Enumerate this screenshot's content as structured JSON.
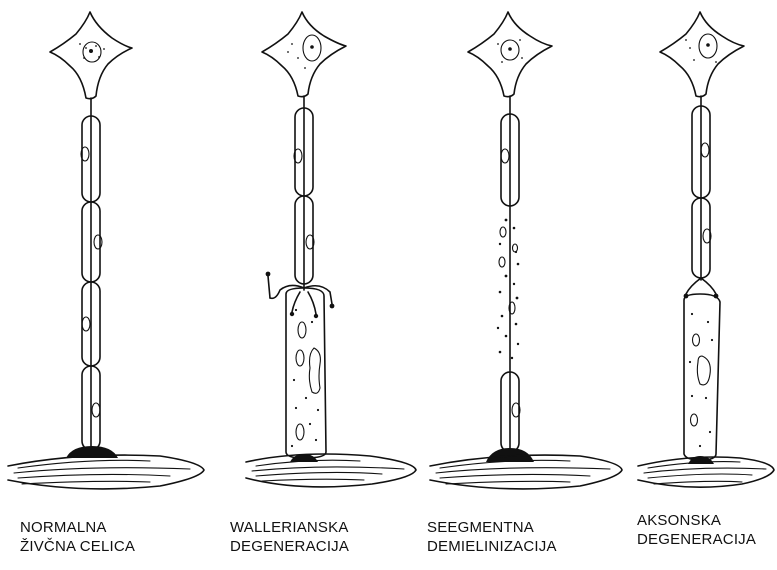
{
  "panels": [
    {
      "line1": "NORMALNA",
      "line2": "ŽIVČNA CELICA"
    },
    {
      "line1": "WALLERIANSKA",
      "line2": "DEGENERACIJA"
    },
    {
      "line1": "SEEGMENTNA",
      "line2": "DEMIELINIZACIJA"
    },
    {
      "line1": "AKSONSKA",
      "line2": "DEGENERACIJA"
    }
  ]
}
